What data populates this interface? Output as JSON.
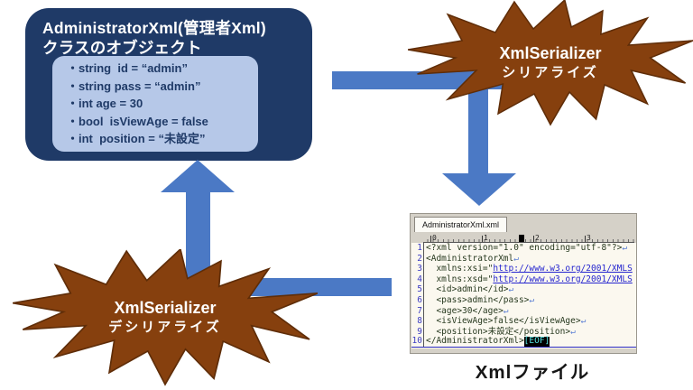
{
  "class_box": {
    "title": [
      "AdministratorXml(管理者Xml)",
      "クラスのオブジェクト"
    ],
    "fields": [
      "・string  id = “admin”",
      "・string pass = “admin”",
      "・int age = 30",
      "・bool  isViewAge = false",
      "・int  position = “未設定”"
    ]
  },
  "stars": {
    "serialize": {
      "line1": "XmlSerializer",
      "line2": "シリアライズ"
    },
    "deserialize": {
      "line1": "XmlSerializer",
      "line2": "デシリアライズ"
    }
  },
  "editor": {
    "tab": "AdministratorXml.xml",
    "ruler": [
      "0",
      "1",
      "2",
      "3"
    ],
    "eof": "[EOF]",
    "lines": [
      {
        "no": "1",
        "segs": [
          [
            "c",
            "<?xml version=\"1.0\" encoding=\"utf-8\"?>"
          ],
          [
            "r",
            "↵"
          ]
        ]
      },
      {
        "no": "2",
        "segs": [
          [
            "c",
            "<AdministratorXml"
          ],
          [
            "r",
            "↵"
          ]
        ]
      },
      {
        "no": "3",
        "segs": [
          [
            "c",
            "  xmlns:xsi=\""
          ],
          [
            "u",
            "http://www.w3.org/2001/XMLS"
          ]
        ]
      },
      {
        "no": "4",
        "segs": [
          [
            "c",
            "  xmlns:xsd=\""
          ],
          [
            "u",
            "http://www.w3.org/2001/XMLS"
          ]
        ]
      },
      {
        "no": "5",
        "segs": [
          [
            "c",
            "  <id>admin</id>"
          ],
          [
            "r",
            "↵"
          ]
        ]
      },
      {
        "no": "6",
        "segs": [
          [
            "c",
            "  <pass>admin</pass>"
          ],
          [
            "r",
            "↵"
          ]
        ]
      },
      {
        "no": "7",
        "segs": [
          [
            "c",
            "  <age>30</age>"
          ],
          [
            "r",
            "↵"
          ]
        ]
      },
      {
        "no": "8",
        "segs": [
          [
            "c",
            "  <isViewAge>false</isViewAge>"
          ],
          [
            "r",
            "↵"
          ]
        ]
      },
      {
        "no": "9",
        "segs": [
          [
            "c",
            "  <position>未設定</position>"
          ],
          [
            "r",
            "↵"
          ]
        ]
      },
      {
        "no": "10",
        "segs": [
          [
            "c",
            "</AdministratorXml>"
          ],
          [
            "e",
            "[EOF]"
          ]
        ],
        "current": true
      }
    ]
  },
  "file_label": "Xmlファイル",
  "colors": {
    "box_navy": "#1f3a67",
    "panel_blue": "#b6c8e8",
    "arrow_blue": "#4b79c5",
    "burst_brown": "#86400e",
    "editor_bg": "#fbf8ef",
    "line_number_blue": "#3c3cc4",
    "url_blue": "#2525cf"
  }
}
